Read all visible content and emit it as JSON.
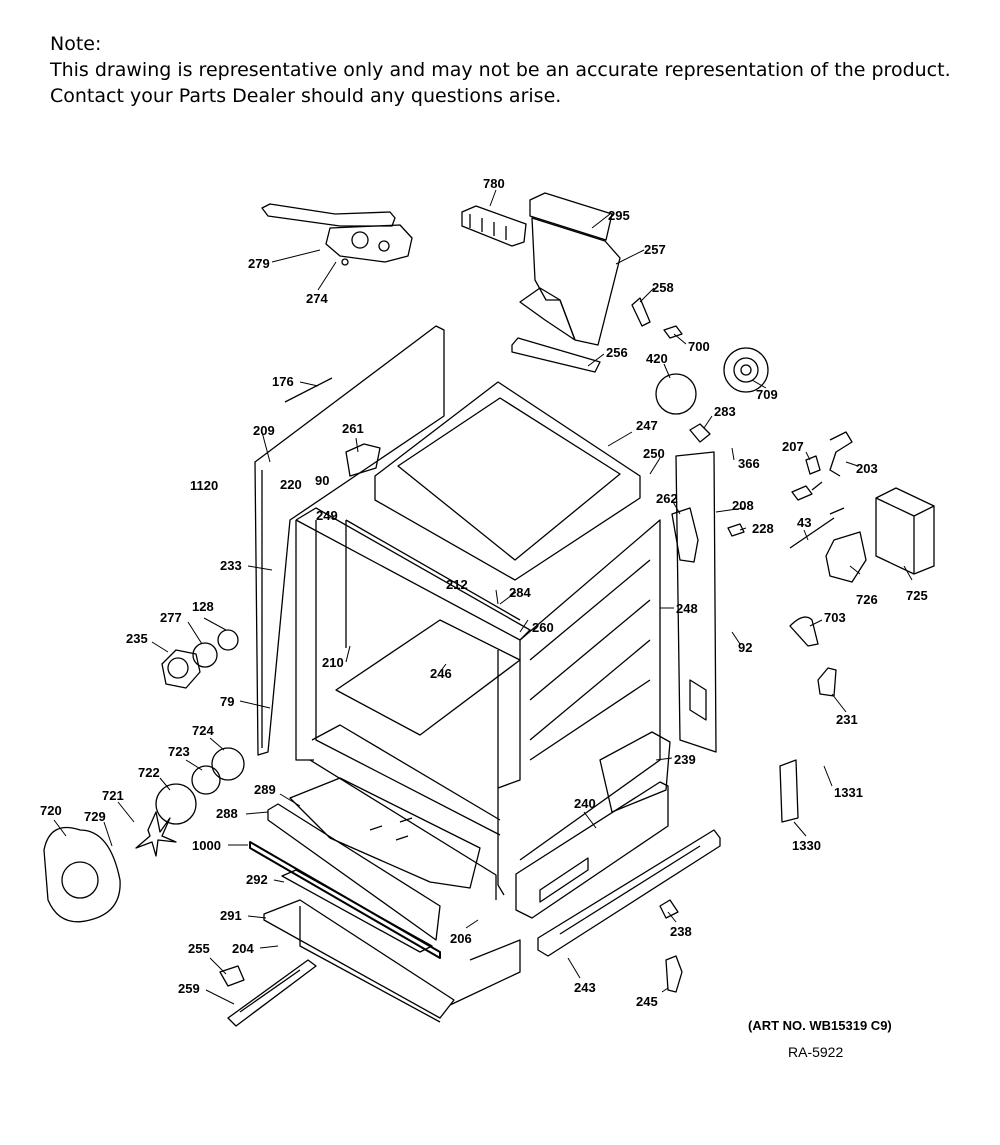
{
  "note": {
    "heading": "Note:",
    "line1": "This drawing is representative only and may not be an accurate representation of the product.",
    "line2": "Contact your Parts Dealer should any questions arise."
  },
  "parts": [
    {
      "id": "780"
    },
    {
      "id": "295"
    },
    {
      "id": "257"
    },
    {
      "id": "279"
    },
    {
      "id": "274"
    },
    {
      "id": "258"
    },
    {
      "id": "700"
    },
    {
      "id": "256"
    },
    {
      "id": "420"
    },
    {
      "id": "709"
    },
    {
      "id": "176"
    },
    {
      "id": "209"
    },
    {
      "id": "261"
    },
    {
      "id": "283"
    },
    {
      "id": "247"
    },
    {
      "id": "207"
    },
    {
      "id": "203"
    },
    {
      "id": "366"
    },
    {
      "id": "250"
    },
    {
      "id": "1120"
    },
    {
      "id": "220"
    },
    {
      "id": "90"
    },
    {
      "id": "249"
    },
    {
      "id": "262"
    },
    {
      "id": "208"
    },
    {
      "id": "228"
    },
    {
      "id": "43"
    },
    {
      "id": "725"
    },
    {
      "id": "726"
    },
    {
      "id": "233"
    },
    {
      "id": "212"
    },
    {
      "id": "284"
    },
    {
      "id": "260"
    },
    {
      "id": "248"
    },
    {
      "id": "703"
    },
    {
      "id": "277"
    },
    {
      "id": "128"
    },
    {
      "id": "235"
    },
    {
      "id": "92"
    },
    {
      "id": "210"
    },
    {
      "id": "246"
    },
    {
      "id": "79"
    },
    {
      "id": "231"
    },
    {
      "id": "724"
    },
    {
      "id": "723"
    },
    {
      "id": "722"
    },
    {
      "id": "239"
    },
    {
      "id": "1331"
    },
    {
      "id": "721"
    },
    {
      "id": "720"
    },
    {
      "id": "729"
    },
    {
      "id": "289"
    },
    {
      "id": "288"
    },
    {
      "id": "240"
    },
    {
      "id": "1330"
    },
    {
      "id": "1000"
    },
    {
      "id": "292"
    },
    {
      "id": "291"
    },
    {
      "id": "206"
    },
    {
      "id": "238"
    },
    {
      "id": "255"
    },
    {
      "id": "204"
    },
    {
      "id": "243"
    },
    {
      "id": "259"
    },
    {
      "id": "245"
    }
  ],
  "footer": {
    "art_number": "(ART NO. WB15319 C9)",
    "ref": "RA-5922"
  }
}
